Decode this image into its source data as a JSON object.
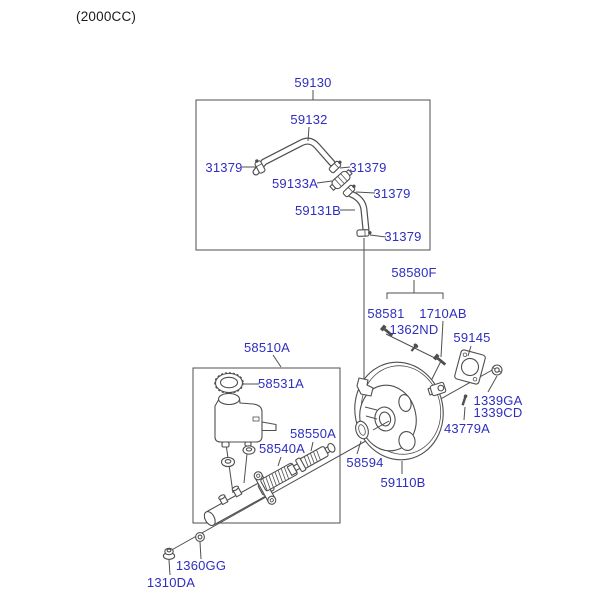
{
  "page": {
    "variant_label": "(2000CC)",
    "background": "#ffffff",
    "colors": {
      "part_label": "#2e2ec0",
      "line": "#4f4f4f"
    }
  },
  "parts": {
    "hose_assembly": "59130",
    "hose_upper": "59132",
    "clamp": "31379",
    "check_valve": "59133A",
    "hose_lower": "59131B",
    "bracket_kit": "58580F",
    "bolt_small": "58581",
    "bolt_long": "1710AB",
    "nut_small": "1362ND",
    "gasket": "59145",
    "mount_nut_a": "1339GA",
    "mount_nut_b": "1339CD",
    "stop_pin": "43779A",
    "master_cylinder_assembly": "58510A",
    "reservoir_cap": "58531A",
    "piston_secondary": "58550A",
    "piston_primary": "58540A",
    "seal": "58594",
    "booster": "59110B",
    "washer_nut": "1360GG",
    "flange_nut": "1310DA"
  }
}
